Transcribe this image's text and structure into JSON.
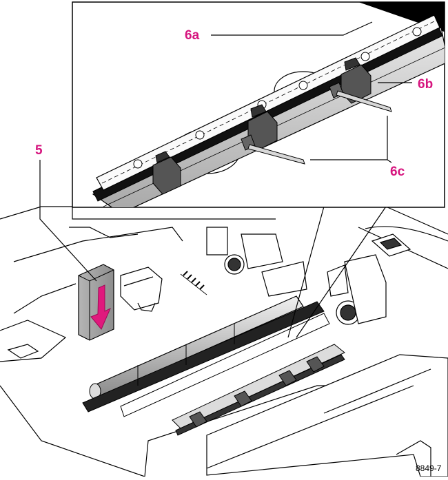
{
  "colors": {
    "callout": "#d6147e",
    "line": "#000000",
    "shade_dark": "#4a4a4a",
    "shade_mid": "#9a9a9a",
    "shade_light": "#cfcfcf",
    "arrow": "#e0197d"
  },
  "callouts": {
    "label_5": "5",
    "label_6a": "6a",
    "label_6b": "6b",
    "label_6c": "6c"
  },
  "figure_number": "8849-7"
}
